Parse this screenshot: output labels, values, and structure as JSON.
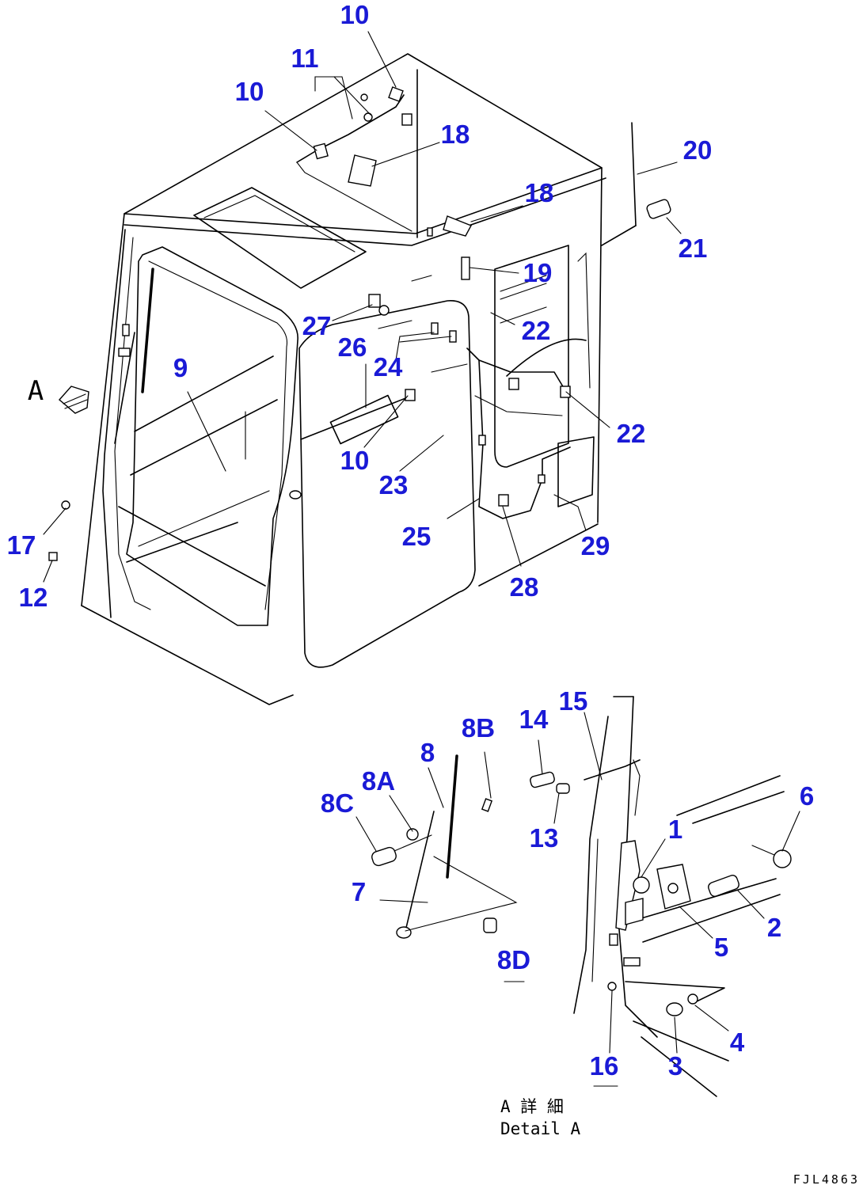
{
  "labels": {
    "l1": "10",
    "l2": "11",
    "l3": "10",
    "l4": "18",
    "l5": "20",
    "l6": "18",
    "l7": "21",
    "l8": "19",
    "l9": "27",
    "l10": "22",
    "l11": "26",
    "l12": "24",
    "l13": "9",
    "l14": "22",
    "l15": "10",
    "l16": "23",
    "l17": "17",
    "l18": "25",
    "l19": "29",
    "l20": "12",
    "l21": "28",
    "l22": "15",
    "l23": "14",
    "l24": "8B",
    "l25": "8",
    "l26": "8A",
    "l27": "8C",
    "l28": "6",
    "l29": "1",
    "l30": "13",
    "l31": "7",
    "l32": "2",
    "l33": "5",
    "l34": "8D",
    "l35": "4",
    "l36": "16",
    "l37": "3"
  },
  "view_marker": "A",
  "detail_caption": {
    "line1": "A 詳 細",
    "line2": "Detail A"
  },
  "drawing_code": "FJL4863"
}
